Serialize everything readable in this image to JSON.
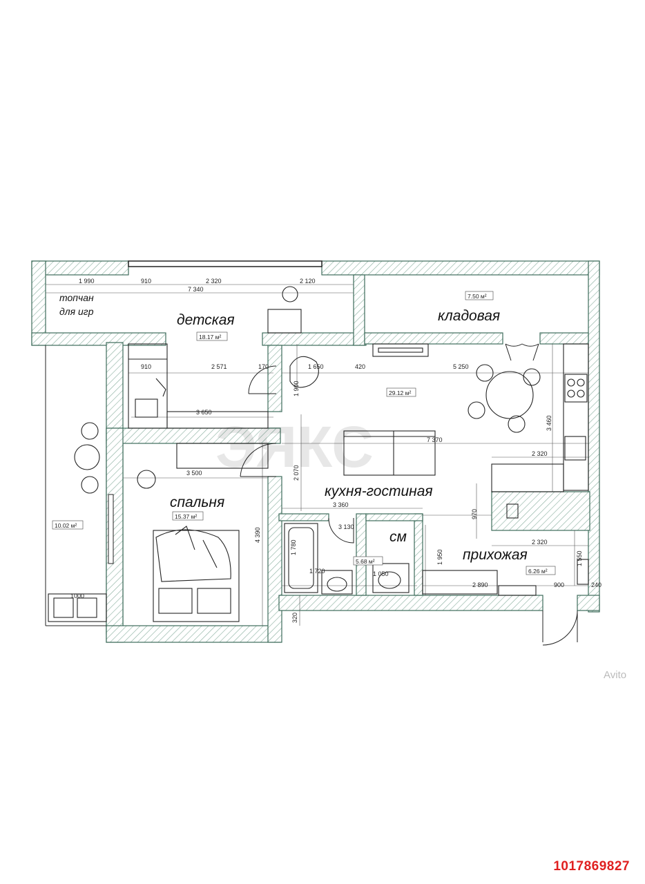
{
  "rooms": {
    "detskaya": "детская",
    "kladovaya": "кладовая",
    "spalnya": "спальня",
    "kukhnya": "кухня-гостиная",
    "prikhozhaya": "прихожая",
    "sm": "см",
    "topchan_line1": "топчан",
    "topchan_line2": "для игр"
  },
  "areas": {
    "detskaya": "18.17 м²",
    "kladovaya": "7.50 м²",
    "spalnya": "15.37 м²",
    "kukhnya": "29.12 м²",
    "prikhozhaya": "6.26 м²",
    "sanuzel": "5.68 м²",
    "balkon": "10.02 м²"
  },
  "dims": {
    "d1990": "1 990",
    "d910a": "910",
    "d2320a": "2 320",
    "d7340": "7 340",
    "d2120": "2 120",
    "d910b": "910",
    "d2571": "2 571",
    "d170": "170",
    "d1650": "1 650",
    "d420": "420",
    "d5250": "5 250",
    "d3650": "3 650",
    "d7370": "7 370",
    "d3460": "3 460",
    "d2320b": "2 320",
    "d3500": "3 500",
    "d2070": "2 070",
    "d970": "970",
    "d4390": "4 390",
    "d3360": "3 360",
    "d3130": "3 130",
    "d1780": "1 780",
    "d1720": "1 720",
    "d1050": "1 050",
    "d1950": "1 950",
    "d2320c": "2 320",
    "d1550": "1 550",
    "d2890": "2 890",
    "d900": "900",
    "d240": "240",
    "d320": "320",
    "d1000": "1000",
    "d1900": "1 900"
  },
  "watermark": "ЭЯКС",
  "avito_label": "Avito",
  "listing_id": "1017869827",
  "colors": {
    "wall": "#3d6b5a",
    "hatch": "#8fb3a4",
    "line": "#222222",
    "listing_id": "#e02020"
  }
}
